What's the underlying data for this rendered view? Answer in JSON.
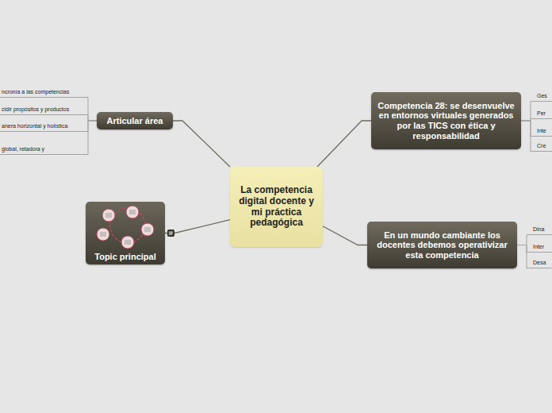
{
  "diagram": {
    "nodes": [
      {
        "text": [
          "La competencia digital docente y mi práctica pedagógica"
        ]
      },
      {
        "text": [
          "Articular área"
        ]
      },
      {
        "text": [
          "ncronía a las competencias"
        ]
      },
      {
        "text": [
          "cidir propósitos y productos"
        ]
      },
      {
        "text": [
          "anera horizontal y holística"
        ]
      },
      {
        "text": [
          "global, retadora y"
        ]
      },
      {
        "text": [
          "Competencia 28: se desenvuelve en entornos virtuales generados por las TICS con ética y responsabilidad"
        ]
      },
      {
        "text": [
          "Ges"
        ]
      },
      {
        "text": [
          "Per"
        ]
      },
      {
        "text": [
          "Inte"
        ]
      },
      {
        "text": [
          "Cre"
        ]
      },
      {
        "text": [
          "En un mundo cambiante los docentes debemos operativizar esta competencia"
        ]
      },
      {
        "text": [
          "Dina"
        ]
      },
      {
        "text": [
          "Inter"
        ]
      },
      {
        "text": [
          "Desa"
        ]
      },
      {
        "text": [
          "Topic principal"
        ]
      }
    ],
    "edges": [
      {
        "from": 0,
        "to": 1,
        "arrow": "none"
      },
      {
        "from": 1,
        "to": 2,
        "arrow": "none"
      },
      {
        "from": 1,
        "to": 3,
        "arrow": "none"
      },
      {
        "from": 1,
        "to": 4,
        "arrow": "none"
      },
      {
        "from": 1,
        "to": 5,
        "arrow": "none"
      },
      {
        "from": 0,
        "to": 6,
        "arrow": "none"
      },
      {
        "from": 6,
        "to": 7,
        "arrow": "none"
      },
      {
        "from": 6,
        "to": 8,
        "arrow": "none"
      },
      {
        "from": 6,
        "to": 9,
        "arrow": "none"
      },
      {
        "from": 6,
        "to": 10,
        "arrow": "none"
      },
      {
        "from": 0,
        "to": 11,
        "arrow": "none"
      },
      {
        "from": 11,
        "to": 12,
        "arrow": "none"
      },
      {
        "from": 11,
        "to": 13,
        "arrow": "none"
      },
      {
        "from": 11,
        "to": 14,
        "arrow": "none"
      },
      {
        "from": 0,
        "to": 15,
        "arrow": "none"
      }
    ]
  }
}
